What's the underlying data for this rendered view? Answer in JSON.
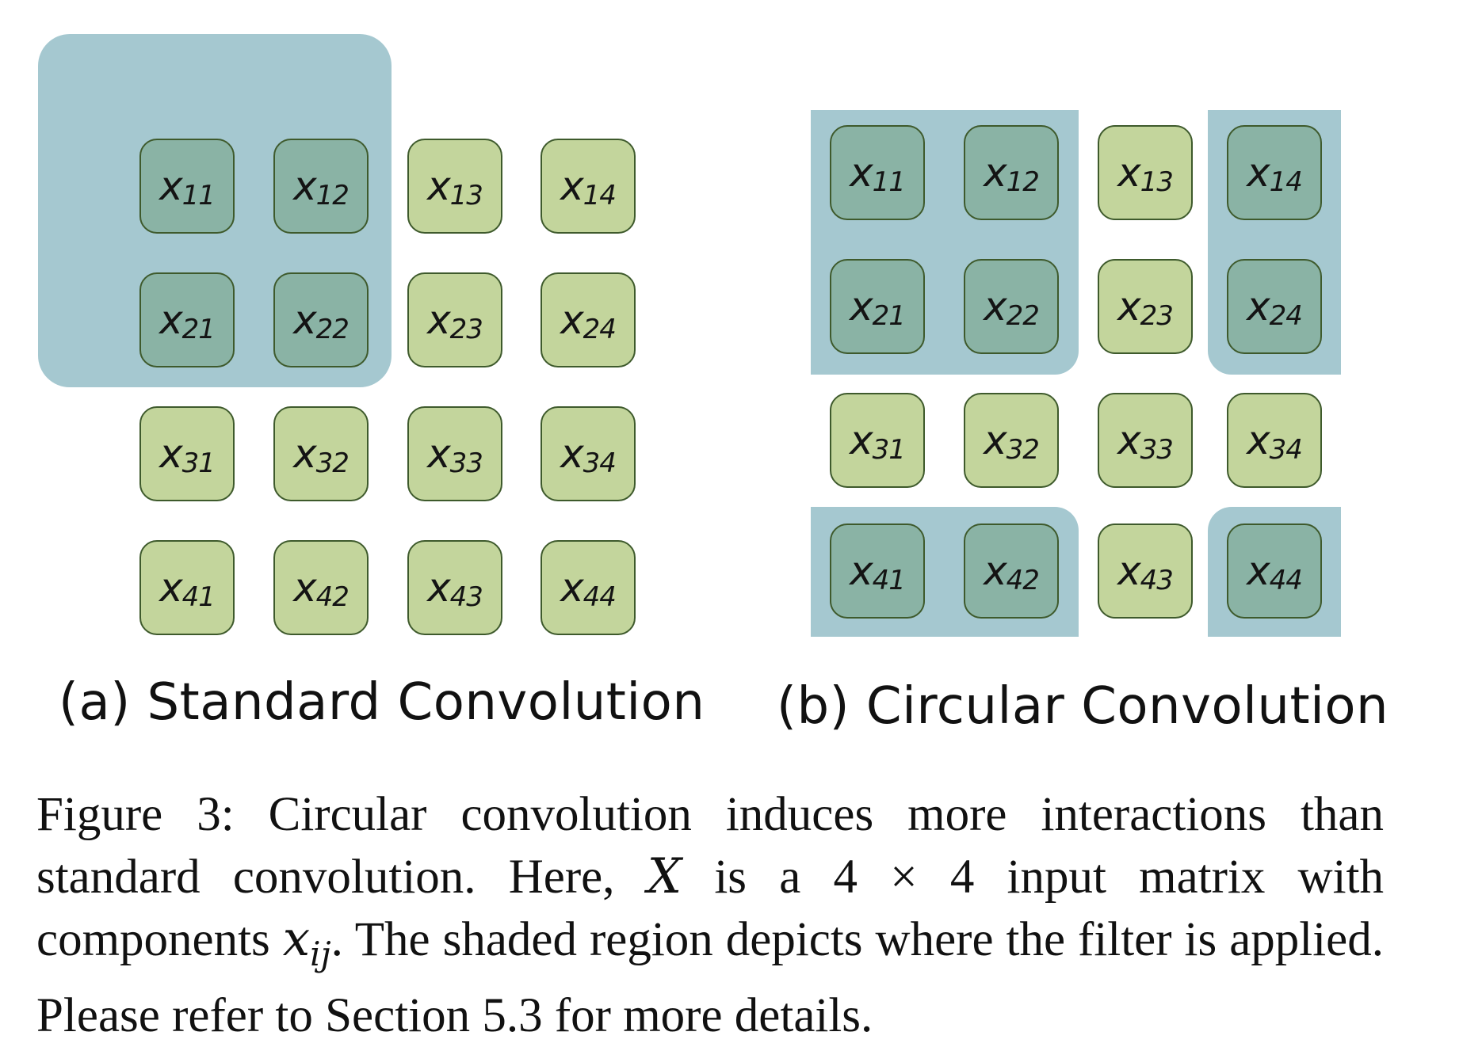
{
  "panels": [
    {
      "id": "a",
      "label": "(a) Standard Convolution",
      "cells": [
        {
          "r": 1,
          "c": 1,
          "sub": "11",
          "shaded": true
        },
        {
          "r": 1,
          "c": 2,
          "sub": "12",
          "shaded": true
        },
        {
          "r": 1,
          "c": 3,
          "sub": "13",
          "shaded": false
        },
        {
          "r": 1,
          "c": 4,
          "sub": "14",
          "shaded": false
        },
        {
          "r": 2,
          "c": 1,
          "sub": "21",
          "shaded": true
        },
        {
          "r": 2,
          "c": 2,
          "sub": "22",
          "shaded": true
        },
        {
          "r": 2,
          "c": 3,
          "sub": "23",
          "shaded": false
        },
        {
          "r": 2,
          "c": 4,
          "sub": "24",
          "shaded": false
        },
        {
          "r": 3,
          "c": 1,
          "sub": "31",
          "shaded": false
        },
        {
          "r": 3,
          "c": 2,
          "sub": "32",
          "shaded": false
        },
        {
          "r": 3,
          "c": 3,
          "sub": "33",
          "shaded": false
        },
        {
          "r": 3,
          "c": 4,
          "sub": "34",
          "shaded": false
        },
        {
          "r": 4,
          "c": 1,
          "sub": "41",
          "shaded": false
        },
        {
          "r": 4,
          "c": 2,
          "sub": "42",
          "shaded": false
        },
        {
          "r": 4,
          "c": 3,
          "sub": "43",
          "shaded": false
        },
        {
          "r": 4,
          "c": 4,
          "sub": "44",
          "shaded": false
        }
      ]
    },
    {
      "id": "b",
      "label": "(b) Circular Convolution",
      "cells": [
        {
          "r": 1,
          "c": 1,
          "sub": "11",
          "shaded": true
        },
        {
          "r": 1,
          "c": 2,
          "sub": "12",
          "shaded": true
        },
        {
          "r": 1,
          "c": 3,
          "sub": "13",
          "shaded": false
        },
        {
          "r": 1,
          "c": 4,
          "sub": "14",
          "shaded": true
        },
        {
          "r": 2,
          "c": 1,
          "sub": "21",
          "shaded": true
        },
        {
          "r": 2,
          "c": 2,
          "sub": "22",
          "shaded": true
        },
        {
          "r": 2,
          "c": 3,
          "sub": "23",
          "shaded": false
        },
        {
          "r": 2,
          "c": 4,
          "sub": "24",
          "shaded": true
        },
        {
          "r": 3,
          "c": 1,
          "sub": "31",
          "shaded": false
        },
        {
          "r": 3,
          "c": 2,
          "sub": "32",
          "shaded": false
        },
        {
          "r": 3,
          "c": 3,
          "sub": "33",
          "shaded": false
        },
        {
          "r": 3,
          "c": 4,
          "sub": "34",
          "shaded": false
        },
        {
          "r": 4,
          "c": 1,
          "sub": "41",
          "shaded": true
        },
        {
          "r": 4,
          "c": 2,
          "sub": "42",
          "shaded": true
        },
        {
          "r": 4,
          "c": 3,
          "sub": "43",
          "shaded": false
        },
        {
          "r": 4,
          "c": 4,
          "sub": "44",
          "shaded": true
        }
      ]
    }
  ],
  "cell_symbol": "x",
  "colors": {
    "filter_region": "#a5c8d0",
    "cell_shaded": "#8ab3a5",
    "cell_plain": "#c3d59c",
    "cell_border": "#3e5a2c"
  },
  "caption": {
    "part1": "Figure 3:  Circular convolution induces more interactions than standard convolution. Here, ",
    "math_X": "X",
    "part2": " is a ",
    "math_dims": "4 × 4",
    "part3": " input matrix with components ",
    "math_xij": "x",
    "math_xij_sub": "ij",
    "part4": ". The shaded region depicts where the filter is applied. Please refer to Section 5.3 for more details."
  }
}
